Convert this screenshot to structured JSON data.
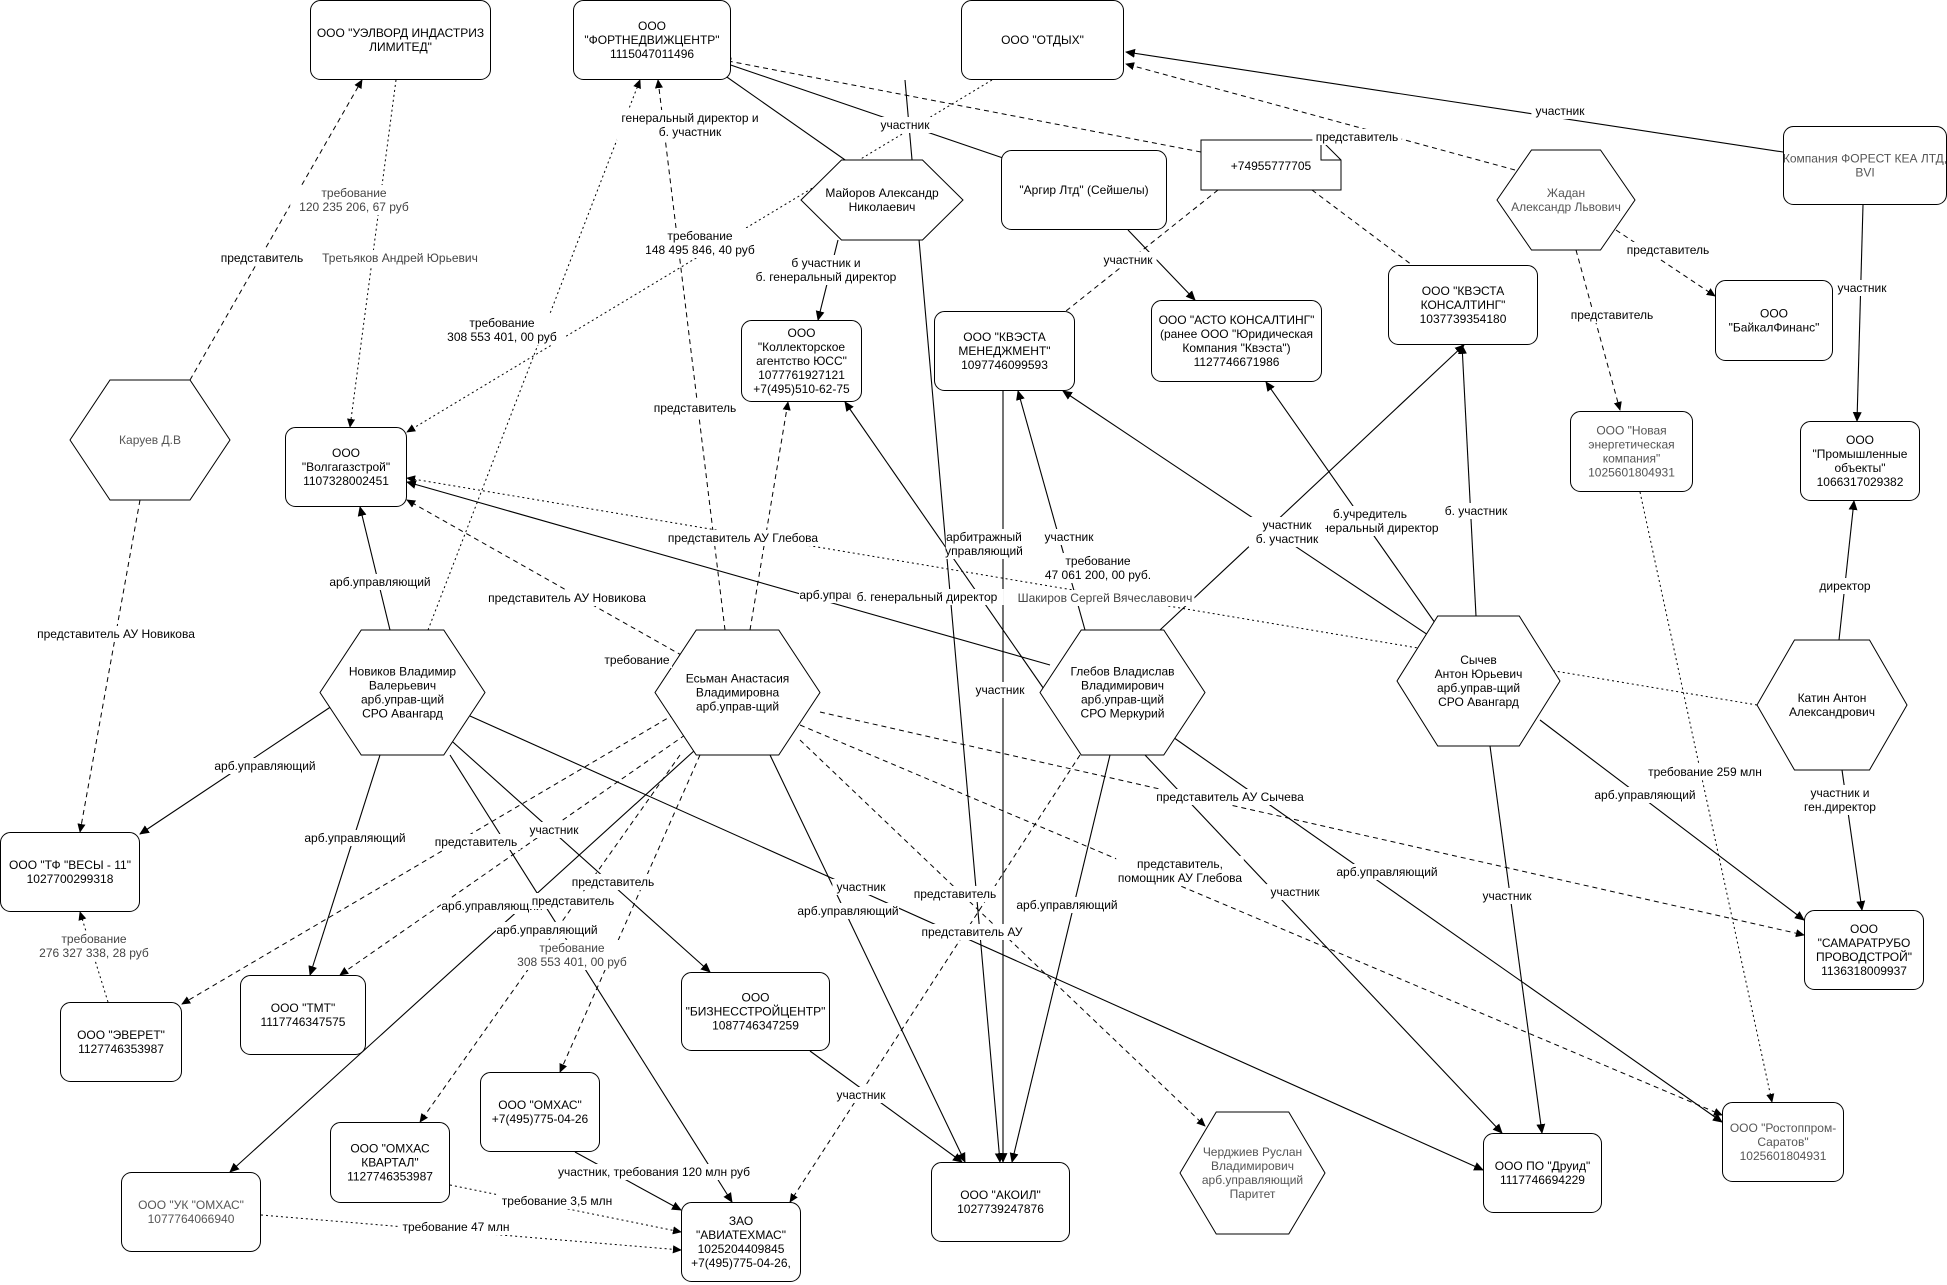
{
  "nodes": [
    {
      "id": "uelvord",
      "shape": "rect",
      "lines": [
        "ООО \"УЭЛВОРД ИНДАСТРИЗ",
        "ЛИМИТЕД\""
      ]
    },
    {
      "id": "fortned",
      "shape": "rect",
      "lines": [
        "ООО",
        "\"ФОРТНЕДВИЖЦЕНТР\"",
        "1115047011496"
      ]
    },
    {
      "id": "otdyh",
      "shape": "rect",
      "lines": [
        "ООО \"ОТДЫХ\""
      ]
    },
    {
      "id": "forest",
      "shape": "rect",
      "lines": [
        "Компания ФОРЕСТ КЕА ЛТД,",
        "BVI"
      ]
    },
    {
      "id": "argir",
      "shape": "rect",
      "lines": [
        "\"Аргир Лтд\" (Сейшелы)"
      ]
    },
    {
      "id": "phone",
      "shape": "note",
      "lines": [
        "+74955777705"
      ]
    },
    {
      "id": "mayorov",
      "shape": "hex",
      "lines": [
        "Майоров Александр",
        "Николаевич"
      ]
    },
    {
      "id": "zhadan",
      "shape": "hex",
      "lines": [
        "Жадан",
        "Александр Львович"
      ]
    },
    {
      "id": "kvesta_k",
      "shape": "rect",
      "lines": [
        "ООО \"КВЭСТА",
        "КОНСАЛТИНГ\"",
        "1037739354180"
      ]
    },
    {
      "id": "baikal",
      "shape": "rect",
      "lines": [
        "ООО",
        "\"БайкалФинанс\""
      ]
    },
    {
      "id": "kollekt",
      "shape": "rect",
      "lines": [
        "ООО",
        "\"Коллекторское",
        "агентство ЮСС\"",
        "1077761927121",
        "+7(495)510-62-75"
      ]
    },
    {
      "id": "kvesta_m",
      "shape": "rect",
      "lines": [
        "ООО \"КВЭСТА",
        "МЕНЕДЖМЕНТ\"",
        "1097746099593"
      ]
    },
    {
      "id": "asto",
      "shape": "rect",
      "lines": [
        "ООО \"АСТО КОНСАЛТИНГ\"",
        "(ранее ООО \"Юридическая",
        "Компания \"Квэста\")",
        "1127746671986"
      ]
    },
    {
      "id": "nov_energ",
      "shape": "rect",
      "lines": [
        "ООО \"Новая",
        "энергетическая",
        "компания\"",
        "1025601804931"
      ]
    },
    {
      "id": "prom",
      "shape": "rect",
      "lines": [
        "ООО",
        "\"Промышленные",
        "объекты\"",
        "1066317029382"
      ]
    },
    {
      "id": "karuev",
      "shape": "hex",
      "lines": [
        "Каруев Д.В"
      ]
    },
    {
      "id": "volga",
      "shape": "rect",
      "lines": [
        "ООО",
        "\"Волгагазстрой\"",
        "1107328002451"
      ]
    },
    {
      "id": "novikov",
      "shape": "hex",
      "lines": [
        "Новиков Владимир",
        "Валерьевич",
        "арб.управ-щий",
        "СРО Авангард"
      ]
    },
    {
      "id": "esman",
      "shape": "hex",
      "lines": [
        "Есьман Анастасия",
        "Владимировна",
        "арб.управ-щий"
      ]
    },
    {
      "id": "glebov",
      "shape": "hex",
      "lines": [
        "Глебов Владислав",
        "Владимирович",
        "арб.управ-щий",
        "СРО Меркурий"
      ]
    },
    {
      "id": "sychev",
      "shape": "hex",
      "lines": [
        "Сычев",
        "Антон Юрьевич",
        "арб.управ-щий",
        "СРО Авангард"
      ]
    },
    {
      "id": "katin",
      "shape": "hex",
      "lines": [
        "Катин Антон",
        "Александрович"
      ]
    },
    {
      "id": "vesy",
      "shape": "rect",
      "lines": [
        "ООО \"ТФ \"ВЕСЫ - 11\"",
        "1027700299318"
      ]
    },
    {
      "id": "samara",
      "shape": "rect",
      "lines": [
        "ООО",
        "\"САМАРАТРУБО",
        "ПРОВОДСТРОЙ\"",
        "1136318009937"
      ]
    },
    {
      "id": "everet",
      "shape": "rect",
      "lines": [
        "ООО \"ЭВЕРЕТ\"",
        "1127746353987"
      ]
    },
    {
      "id": "tmt",
      "shape": "rect",
      "lines": [
        "ООО \"ТМТ\"",
        "1117746347575"
      ]
    },
    {
      "id": "biznes",
      "shape": "rect",
      "lines": [
        "ООО",
        "\"БИЗНЕССТРОЙЦЕНТР\"",
        "1087746347259"
      ]
    },
    {
      "id": "omhas",
      "shape": "rect",
      "lines": [
        "ООО \"ОМХАС\"",
        "+7(495)775-04-26"
      ]
    },
    {
      "id": "omhas_kv",
      "shape": "rect",
      "lines": [
        "ООО \"ОМХАС",
        "КВАРТАЛ\"",
        "1127746353987"
      ]
    },
    {
      "id": "uk_omhas",
      "shape": "rect",
      "lines": [
        "ООО \"УК \"ОМХАС\"",
        "1077764066940"
      ]
    },
    {
      "id": "aviatex",
      "shape": "rect",
      "lines": [
        "ЗАО",
        "\"АВИАТЕХМАС\"",
        "1025204409845",
        "+7(495)775-04-26,"
      ]
    },
    {
      "id": "akoil",
      "shape": "rect",
      "lines": [
        "ООО \"АКОИЛ\"",
        "1027739247876"
      ]
    },
    {
      "id": "cherdzhiev",
      "shape": "hex",
      "lines": [
        "Черджиев Руслан",
        "Владимирович",
        "арб.управляющий",
        "Паритет"
      ]
    },
    {
      "id": "druid",
      "shape": "rect",
      "lines": [
        "ООО ПО \"Друид\"",
        "1117746694229"
      ]
    },
    {
      "id": "rostov",
      "shape": "rect",
      "lines": [
        "ООО \"Ростоппром-",
        "Саратов\"",
        "1025601804931"
      ]
    }
  ],
  "edge_labels": [
    {
      "id": "l1",
      "lines": [
        "генеральный директор и",
        "б. участник"
      ]
    },
    {
      "id": "l2",
      "lines": [
        "участник"
      ]
    },
    {
      "id": "l3",
      "lines": [
        "участник"
      ]
    },
    {
      "id": "l4",
      "lines": [
        "представитель"
      ]
    },
    {
      "id": "l5",
      "lines": [
        "представитель"
      ]
    },
    {
      "id": "l6",
      "lines": [
        "представитель"
      ]
    },
    {
      "id": "l7",
      "lines": [
        "участник"
      ]
    },
    {
      "id": "l8",
      "lines": [
        "участник"
      ]
    },
    {
      "id": "l9",
      "lines": [
        "б участник и",
        "б. генеральный директор"
      ]
    },
    {
      "id": "l10",
      "lines": [
        "требование",
        "148 495 846, 40 руб"
      ]
    },
    {
      "id": "l11",
      "lines": [
        "требование",
        "120 235 206, 67 руб"
      ]
    },
    {
      "id": "l12",
      "lines": [
        "представитель"
      ]
    },
    {
      "id": "l13",
      "lines": [
        "Третьяков Андрей Юрьевич"
      ]
    },
    {
      "id": "l14",
      "lines": [
        "требование",
        "308 553 401, 00 руб"
      ]
    },
    {
      "id": "l15",
      "lines": [
        "представитель"
      ]
    },
    {
      "id": "l16",
      "lines": [
        "б. участник"
      ]
    },
    {
      "id": "l17",
      "lines": [
        "б.учредитель",
        "и генеральный директор"
      ]
    },
    {
      "id": "l18",
      "lines": [
        "участник",
        "б. участник"
      ]
    },
    {
      "id": "l19",
      "lines": [
        "представитель АУ Глебова"
      ]
    },
    {
      "id": "l20",
      "lines": [
        "арбитражный",
        "управляющий"
      ]
    },
    {
      "id": "l21",
      "lines": [
        "участник"
      ]
    },
    {
      "id": "l22",
      "lines": [
        "требование",
        "47 061 200, 00 руб."
      ]
    },
    {
      "id": "l23",
      "lines": [
        "Шакиров Сергей Вячеславович"
      ]
    },
    {
      "id": "l24",
      "lines": [
        "арб.управляющий"
      ]
    },
    {
      "id": "l25",
      "lines": [
        "представитель АУ Новикова"
      ]
    },
    {
      "id": "l26",
      "lines": [
        "арб.управляющий"
      ]
    },
    {
      "id": "l27",
      "lines": [
        "б. генеральный директор"
      ]
    },
    {
      "id": "l28",
      "lines": [
        "требование"
      ]
    },
    {
      "id": "l29",
      "lines": [
        "участник"
      ]
    },
    {
      "id": "l30",
      "lines": [
        "директор"
      ]
    },
    {
      "id": "l31",
      "lines": [
        "представитель АУ Новикова"
      ]
    },
    {
      "id": "l32",
      "lines": [
        "арб.управляющий"
      ]
    },
    {
      "id": "l33",
      "lines": [
        "арб.управляющий"
      ]
    },
    {
      "id": "l34",
      "lines": [
        "представитель"
      ]
    },
    {
      "id": "l35",
      "lines": [
        "участник"
      ]
    },
    {
      "id": "l36",
      "lines": [
        "представитель АУ Сычева"
      ]
    },
    {
      "id": "l37",
      "lines": [
        "требование 259 млн"
      ]
    },
    {
      "id": "l38",
      "lines": [
        "арб.управляющий"
      ]
    },
    {
      "id": "l39",
      "lines": [
        "участник и",
        "ген.директор"
      ]
    },
    {
      "id": "l40",
      "lines": [
        "представитель"
      ]
    },
    {
      "id": "l41",
      "lines": [
        "арб.управляющий"
      ]
    },
    {
      "id": "l42",
      "lines": [
        "представитель"
      ]
    },
    {
      "id": "l43",
      "lines": [
        "арб.управляющий"
      ]
    },
    {
      "id": "l44",
      "lines": [
        "участник"
      ]
    },
    {
      "id": "l45",
      "lines": [
        "арб.управляющий"
      ]
    },
    {
      "id": "l46",
      "lines": [
        "представитель"
      ]
    },
    {
      "id": "l47",
      "lines": [
        "представитель АУ"
      ]
    },
    {
      "id": "l48",
      "lines": [
        "арб.управляющий"
      ]
    },
    {
      "id": "l49",
      "lines": [
        "представитель,",
        "помощник АУ Глебова"
      ]
    },
    {
      "id": "l50",
      "lines": [
        "участник"
      ]
    },
    {
      "id": "l51",
      "lines": [
        "арб.управляющий"
      ]
    },
    {
      "id": "l52",
      "lines": [
        "участник"
      ]
    },
    {
      "id": "l53",
      "lines": [
        "требование",
        "276 327 338, 28 руб"
      ]
    },
    {
      "id": "l54",
      "lines": [
        "требование",
        "308 553 401, 00 руб"
      ]
    },
    {
      "id": "l55",
      "lines": [
        "участник"
      ]
    },
    {
      "id": "l56",
      "lines": [
        "участник, требования 120 млн руб"
      ]
    },
    {
      "id": "l57",
      "lines": [
        "требование 3,5 млн"
      ]
    },
    {
      "id": "l58",
      "lines": [
        "требование 47 млн"
      ]
    }
  ]
}
